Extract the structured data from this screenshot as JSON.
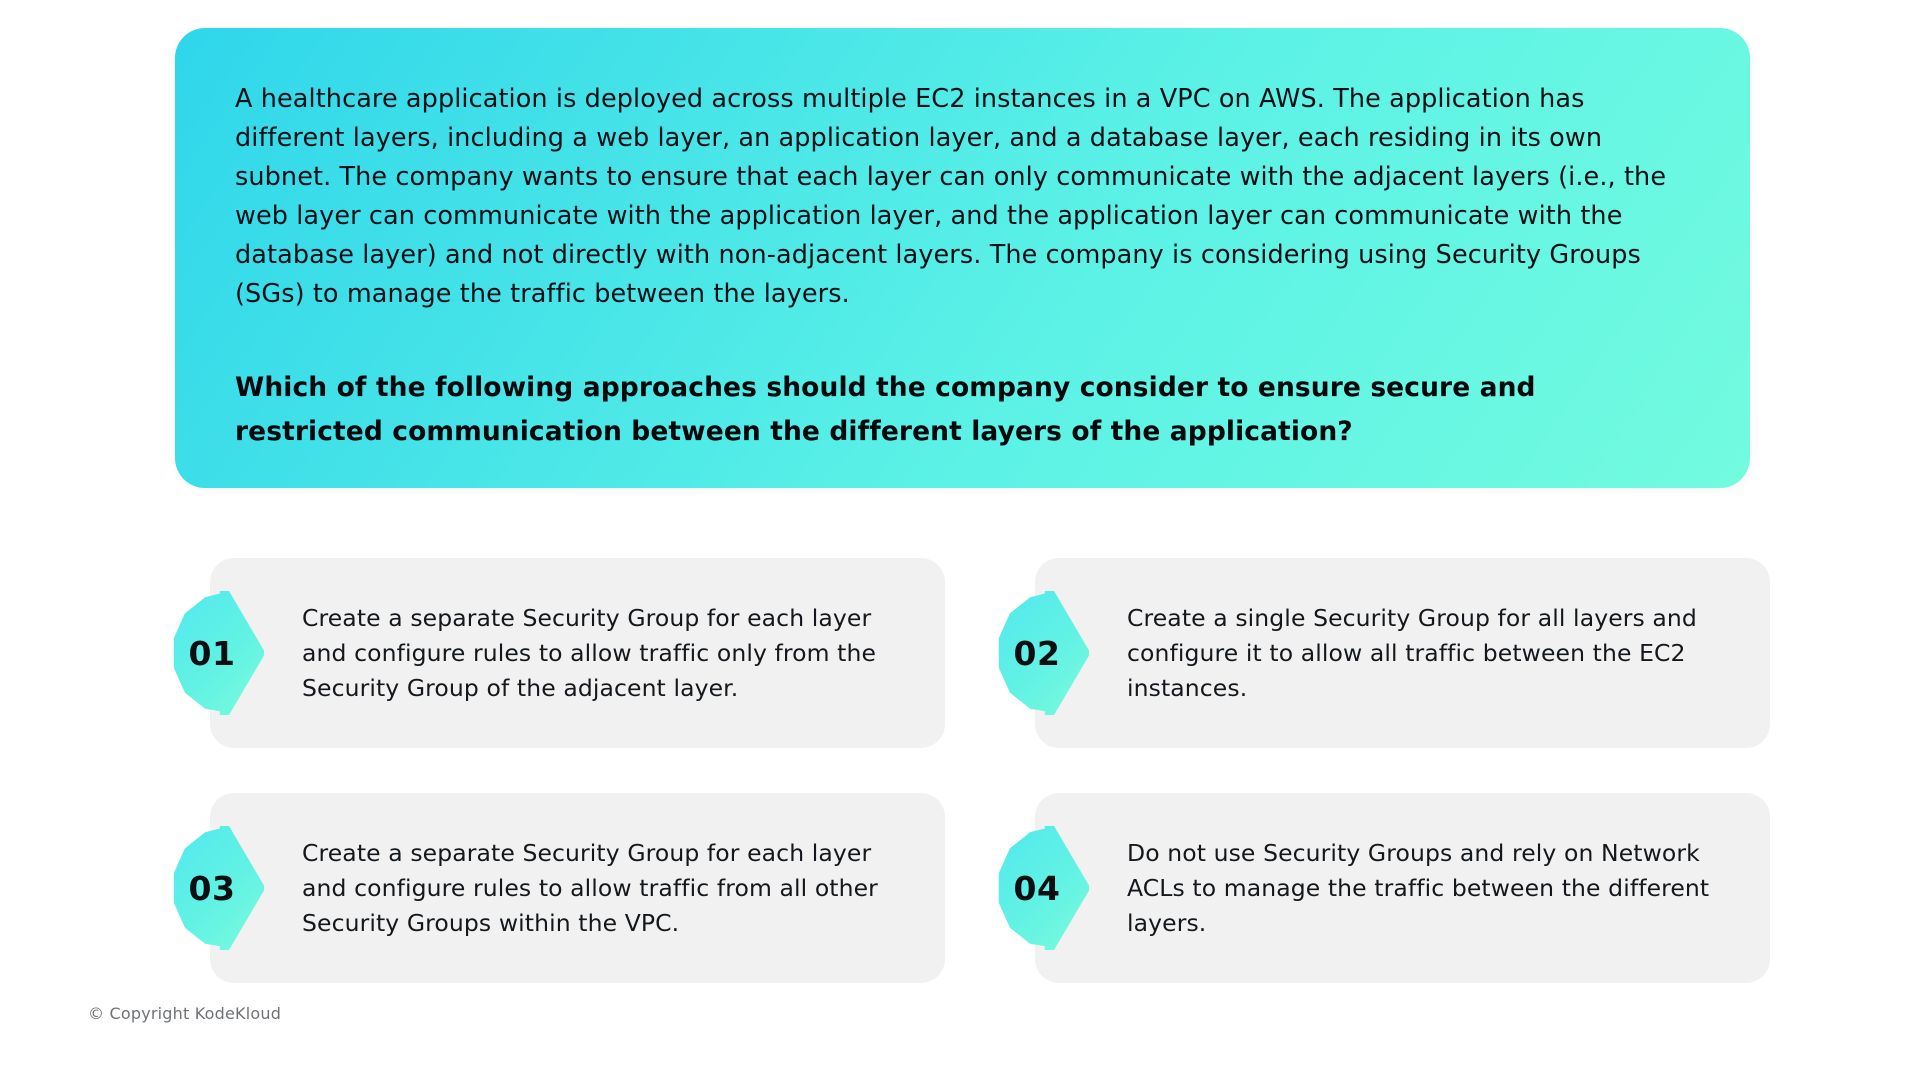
{
  "slide": {
    "background_color": "#ffffff",
    "banner": {
      "gradient_from": "#2fd6ea",
      "gradient_to": "#72fbdf",
      "scenario": "A healthcare application is deployed across multiple EC2 instances in a VPC on AWS. The application has different layers, including a web layer, an application layer, and a database layer, each residing in its own subnet. The company wants to ensure that each layer can only communicate with the adjacent layers (i.e., the web layer can communicate with the application layer, and the application layer can communicate with the database layer) and not directly with non-adjacent layers. The company is considering using Security Groups (SGs) to manage the traffic between the layers.",
      "question": "Which of the following approaches should the company consider to ensure secure and restricted communication between the different layers of the application?"
    },
    "options": [
      {
        "number": "01",
        "text": "Create a separate Security Group for each layer and configure rules to allow traffic only from the Security Group of the adjacent layer."
      },
      {
        "number": "02",
        "text": "Create a single Security Group for all layers and configure it to allow all traffic between the EC2 instances."
      },
      {
        "number": "03",
        "text": "Create a separate Security Group for each layer and configure rules to allow traffic from all other Security Groups within the VPC."
      },
      {
        "number": "04",
        "text": "Do not use Security Groups and rely on Network ACLs to manage the traffic between the different layers."
      }
    ],
    "option_card_color": "#f1f1f1",
    "badge_color": "#62f2e4",
    "footer": "© Copyright KodeKloud"
  }
}
